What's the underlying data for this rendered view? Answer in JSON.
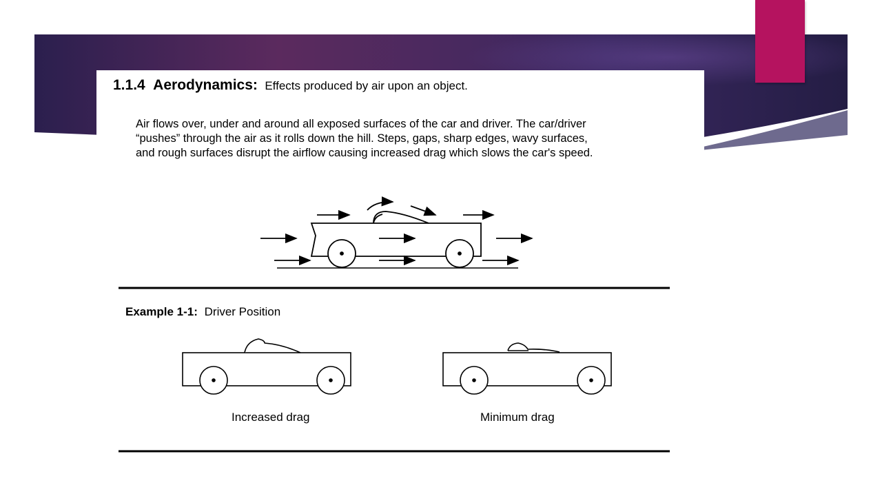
{
  "heading": {
    "number": "1.1.4",
    "term": "Aerodynamics:",
    "definition": "Effects produced by air upon an object."
  },
  "paragraph": {
    "lines": [
      "Air flows over, under and around all exposed surfaces of the car and driver. The car/driver",
      "“pushes” through the air as it rolls down the hill. Steps, gaps, sharp edges, wavy surfaces,",
      "and rough surfaces disrupt the airflow causing increased drag which slows the car's speed."
    ]
  },
  "example": {
    "number": "Example 1-1:",
    "title": "Driver Position"
  },
  "captions": {
    "left": "Increased drag",
    "right": "Minimum drag"
  },
  "colors": {
    "banner_start": "#2b1f4e",
    "banner_mid": "#5b2a5e",
    "banner_end": "#241d44",
    "accent": "#b5135f"
  }
}
